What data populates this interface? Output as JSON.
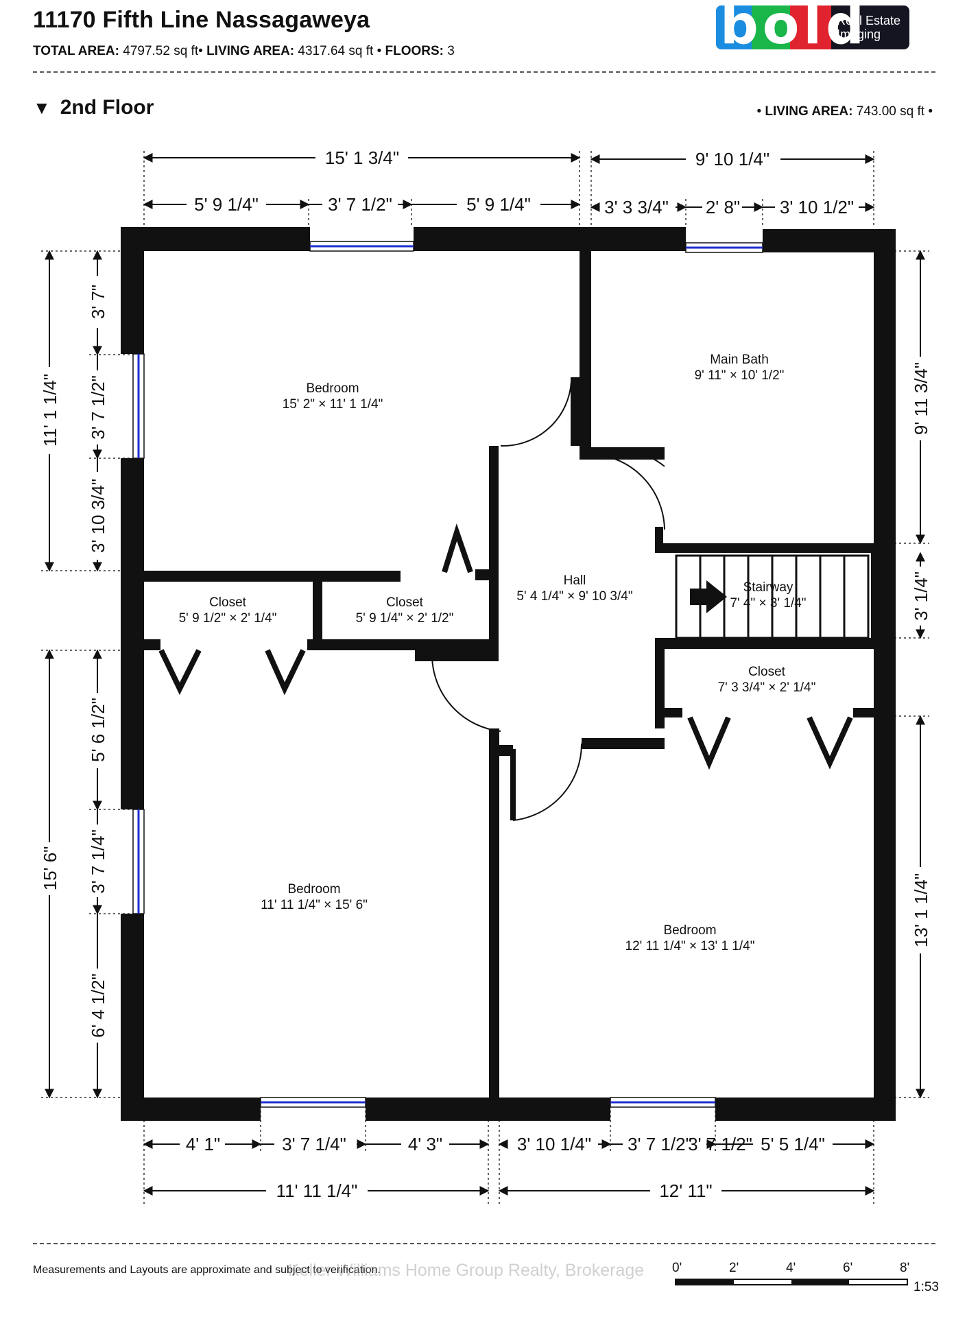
{
  "header": {
    "title": "11170 Fifth Line Nassagaweya",
    "total_area_label": "TOTAL AREA:",
    "total_area_value": "4797.52 sq ft",
    "living_area_label": "LIVING AREA:",
    "living_area_value": "4317.64 sq ft",
    "floors_label": "FLOORS:",
    "floors_value": "3",
    "separator": "•"
  },
  "logo": {
    "letters": "bold",
    "line1": "Real Estate",
    "line2": "Imaging"
  },
  "floor": {
    "name": "2nd Floor",
    "living_area_label": "LIVING AREA:",
    "living_area_value": "743.00 sq ft"
  },
  "rooms": {
    "bedroom_nw": {
      "name": "Bedroom",
      "size": "15' 2\" × 11' 1 1/4\""
    },
    "main_bath": {
      "name": "Main Bath",
      "size": "9' 11\" × 10' 1/2\""
    },
    "closet_w": {
      "name": "Closet",
      "size": "5' 9 1/2\" × 2' 1/4\""
    },
    "closet_c": {
      "name": "Closet",
      "size": "5' 9 1/4\" × 2' 1/2\""
    },
    "hall": {
      "name": "Hall",
      "size": "5' 4 1/4\" × 9' 10 3/4\""
    },
    "stairway": {
      "name": "Stairway",
      "size": "7' 4\" × 3' 1/4\""
    },
    "closet_e": {
      "name": "Closet",
      "size": "7' 3 3/4\" × 2' 1/4\""
    },
    "bedroom_sw": {
      "name": "Bedroom",
      "size": "11' 11 1/4\" × 15' 6\""
    },
    "bedroom_se": {
      "name": "Bedroom",
      "size": "12' 11 1/4\" × 13' 1 1/4\""
    }
  },
  "dimensions": {
    "top_overall_left": "15' 1 3/4\"",
    "top_overall_right": "9' 10 1/4\"",
    "top_seg_1": "5' 9 1/4\"",
    "top_seg_2": "3' 7 1/2\"",
    "top_seg_3": "5' 9 1/4\"",
    "top_seg_4": "3' 3 3/4\"",
    "top_seg_5": "2' 8\"",
    "top_seg_6": "3' 10 1/2\"",
    "left_overall_upper": "11' 1 1/4\"",
    "left_overall_lower": "15' 6\"",
    "left_seg_1": "3' 7\"",
    "left_seg_2": "3' 7 1/2\"",
    "left_seg_3": "3' 10 3/4\"",
    "left_seg_4": "5' 6 1/2\"",
    "left_seg_5": "3' 7 1/4\"",
    "left_seg_6": "6' 4 1/2\"",
    "right_upper": "9' 11 3/4\"",
    "right_middle": "3' 1/4\"",
    "right_lower": "13' 1 1/4\"",
    "bottom_seg_1": "4' 1\"",
    "bottom_seg_2": "3' 7 1/4\"",
    "bottom_seg_3": "4' 3\"",
    "bottom_seg_4": "3' 10 1/4\"",
    "bottom_seg_5": "3' 7 1/2\"",
    "bottom_seg_6": "5' 5 1/4\"",
    "bottom_overall_left": "11' 11 1/4\"",
    "bottom_overall_right": "12' 11\""
  },
  "footer": {
    "disclaimer": "Measurements and Layouts are approximate and subject to verification.",
    "watermark": "Keller Williams Home Group Realty, Brokerage",
    "scale_ticks": [
      "0'",
      "2'",
      "4'",
      "6'",
      "8'"
    ],
    "scale_ratio": "1:53"
  },
  "colors": {
    "wall": "#111111",
    "window": "#1f2fd0",
    "text": "#111111"
  }
}
